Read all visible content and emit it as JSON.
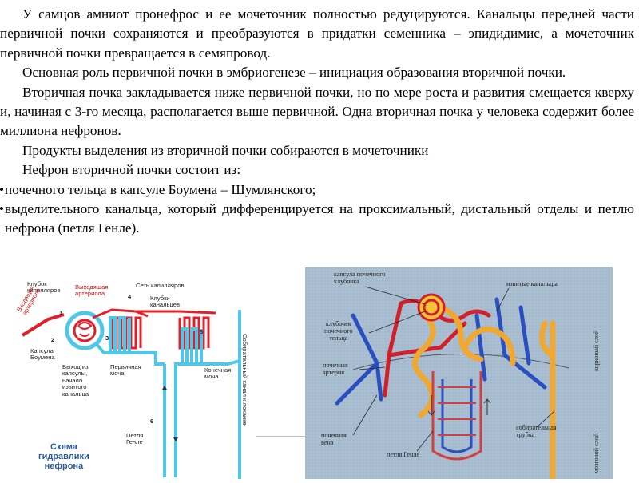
{
  "text": {
    "p1": "У самцов амниот пронефрос и ее мочеточник полностью редуцируются. Канальцы передней части первичной почки сохраняются и преобразуются в придатки семенника – эпидидимис, а мочеточник первичной почки превращается в семяпровод.",
    "p2": "Основная роль первичной почки в эмбриогенезе – инициация образования вторичной почки.",
    "p3": "Вторичная почка закладывается ниже первичной почки, но по мере роста и развития смещается кверху и, начиная с 3-го месяца, располагается выше первичной. Одна вторичная почка у человека содержит более миллиона нефронов.",
    "p4": "Продукты выделения из вторичной почки собираются в мочеточники",
    "p5": "Нефрон вторичной почки состоит из:",
    "bullet": "•",
    "li1": "почечного тельца в капсуле Боумена – Шумлянского;",
    "li2": "выделительного канальца, который дифференцируется на проксимальный, дистальный отделы и петлю нефрона (петля Генле)."
  },
  "left_figure": {
    "labels": {
      "glomerulus": "Клубок\nкапилляров",
      "efferent": "Выходящая\nартериола",
      "afferent": "Входящая\nартериола",
      "capillary_net": "Сеть капилляров",
      "tubule_coils": "Клубки\nканальцев",
      "capsule": "Капсула\nБоумена",
      "exit": "Выход из\nкапсулы,\nначало\nизвитого\nканальца",
      "primary_urine": "Первичная\nмоча",
      "final_urine": "Конечная\nмоча",
      "loop": "Петля\nГенле",
      "collecting_duct": "Собирательный канал к лоханке",
      "title": "Схема\nгидравлики\nнефрона"
    },
    "numbers": [
      "1",
      "2",
      "3",
      "4",
      "5",
      "6"
    ]
  },
  "right_figure": {
    "labels": {
      "capsule": "капсула почечного\nклубочка",
      "convoluted": "извитые канальцы",
      "glomerulus": "клубочек\nпочечного\nтельца",
      "artery": "почечная\nартерия",
      "vein": "почечная\nвена",
      "loop": "петля Генле",
      "collecting": "собирательная\nтрубка",
      "cortex": "корковый слой",
      "medulla": "мозговой слой"
    }
  },
  "colors": {
    "red": "#e0202a",
    "cyan": "#4fc8e8",
    "blue": "#2a4fc0",
    "yellow": "#f5c23a",
    "diagram_bg": "#a9bed0",
    "title_blue": "#2b5c9e"
  }
}
